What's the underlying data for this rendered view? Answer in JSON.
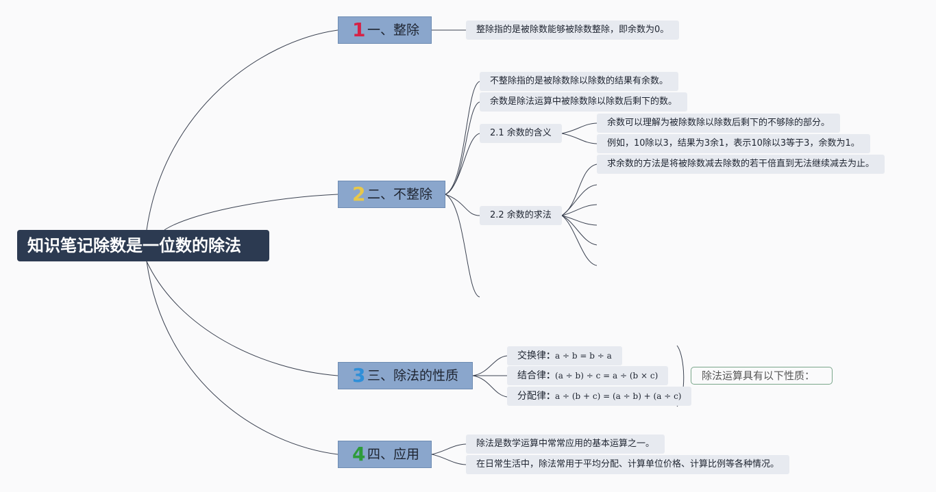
{
  "root": {
    "label": "知识笔记除数是一位数的除法"
  },
  "topics": [
    {
      "number": "1",
      "number_color": "#d62246",
      "label": "一、整除"
    },
    {
      "number": "2",
      "number_color": "#e8c84a",
      "label": "二、不整除"
    },
    {
      "number": "3",
      "number_color": "#2f8fd8",
      "label": "三、除法的性质"
    },
    {
      "number": "4",
      "number_color": "#2e9b3a",
      "label": "四、应用"
    }
  ],
  "t1": {
    "leaf": "整除指的是被除数能够被除数整除，即余数为0。"
  },
  "t2": {
    "leaf1": "不整除指的是被除数除以除数的结果有余数。",
    "leaf2": "余数是除法运算中被除数除以除数后剩下的数。",
    "sub1": {
      "label": "2.1 余数的含义",
      "leaf1": "余数可以理解为被除数除以除数后剩下的不够除的部分。",
      "leaf2": "例如，10除以3，结果为3余1，表示10除以3等于3，余数为1。"
    },
    "sub2": {
      "label": "2.2 余数的求法",
      "leaf1": "求余数的方法是将被除数减去除数的若干倍直到无法继续减去为止。"
    }
  },
  "t3": {
    "items": [
      {
        "name": "交换律",
        "formula": "a ÷ b = b ÷ a"
      },
      {
        "name": "结合律",
        "formula": "(a ÷ b) ÷ c = a ÷ (b × c)"
      },
      {
        "name": "分配律",
        "formula": "a ÷ (b + c) = (a ÷ b) + (a ÷ c)"
      }
    ],
    "colon": "：",
    "summary": "除法运算具有以下性质："
  },
  "t4": {
    "leaf1": "除法是数学运算中常常应用的基本运算之一。",
    "leaf2": "在日常生活中，除法常用于平均分配、计算单位价格、计算比例等各种情况。"
  },
  "colors": {
    "line": "#3a4150",
    "root_bg": "#2c3a51",
    "topic_bg": "#8aa6cc",
    "leaf_bg": "#e7eaf0",
    "summary_border": "#79a68a"
  }
}
